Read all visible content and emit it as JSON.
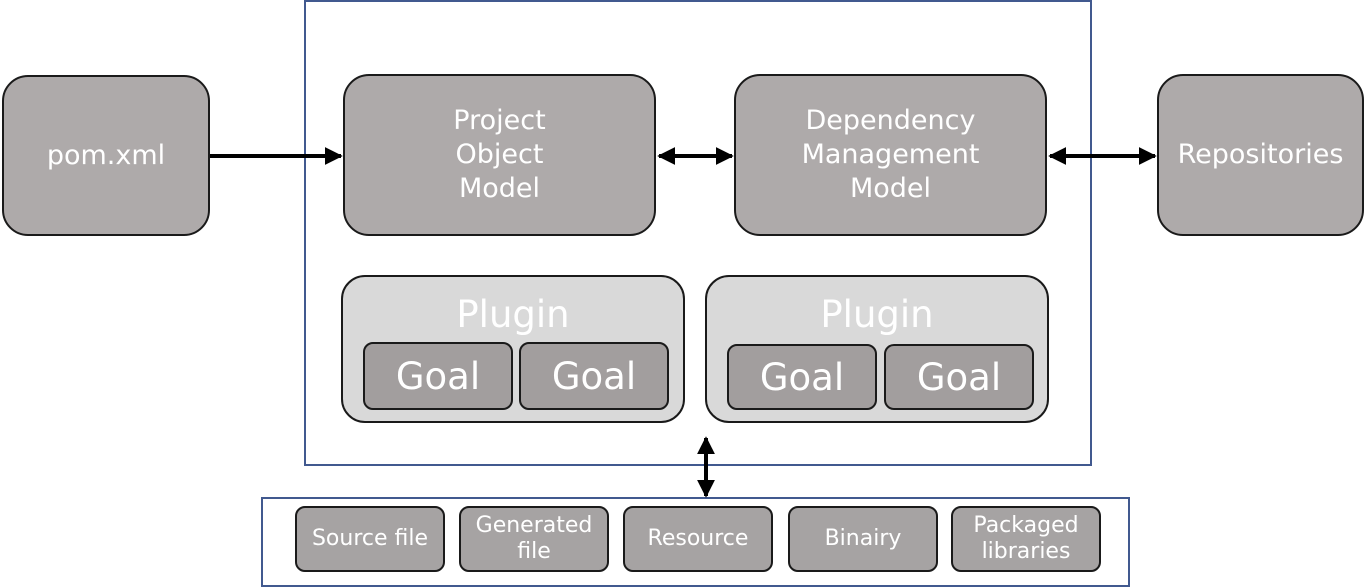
{
  "nodes": {
    "pom": "pom.xml",
    "project_object_model": "Project\nObject\nModel",
    "dependency_management_model": "Dependency\nManagement\nModel",
    "repositories": "Repositories"
  },
  "plugins": [
    {
      "label": "Plugin",
      "goals": [
        "Goal",
        "Goal"
      ]
    },
    {
      "label": "Plugin",
      "goals": [
        "Goal",
        "Goal"
      ]
    }
  ],
  "artifacts": [
    "Source file",
    "Generated\nfile",
    "Resource",
    "Binairy",
    "Packaged\nlibraries"
  ],
  "colors": {
    "frame": "#41598f",
    "node_fill": "#aeaaaa",
    "plugin_fill": "#d9d9d9",
    "goal_fill": "#a29e9e",
    "artifact_fill": "#a6a3a3",
    "text": "#ffffff",
    "stroke": "#000000"
  }
}
